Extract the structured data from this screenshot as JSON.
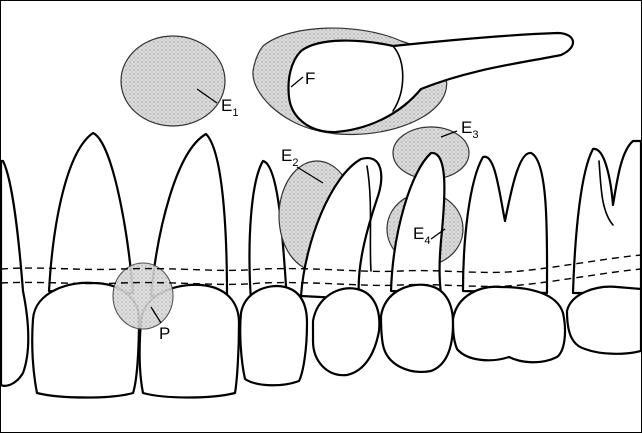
{
  "labels": {
    "e1": {
      "main": "E",
      "sub": "1"
    },
    "e2": {
      "main": "E",
      "sub": "2"
    },
    "e3": {
      "main": "E",
      "sub": "3"
    },
    "e4": {
      "main": "E",
      "sub": "4"
    },
    "f": {
      "main": "F"
    },
    "p": {
      "main": "P"
    }
  },
  "colors": {
    "outline": "#000000",
    "lesion_fill": "#d8d8d8",
    "background": "#ffffff"
  }
}
